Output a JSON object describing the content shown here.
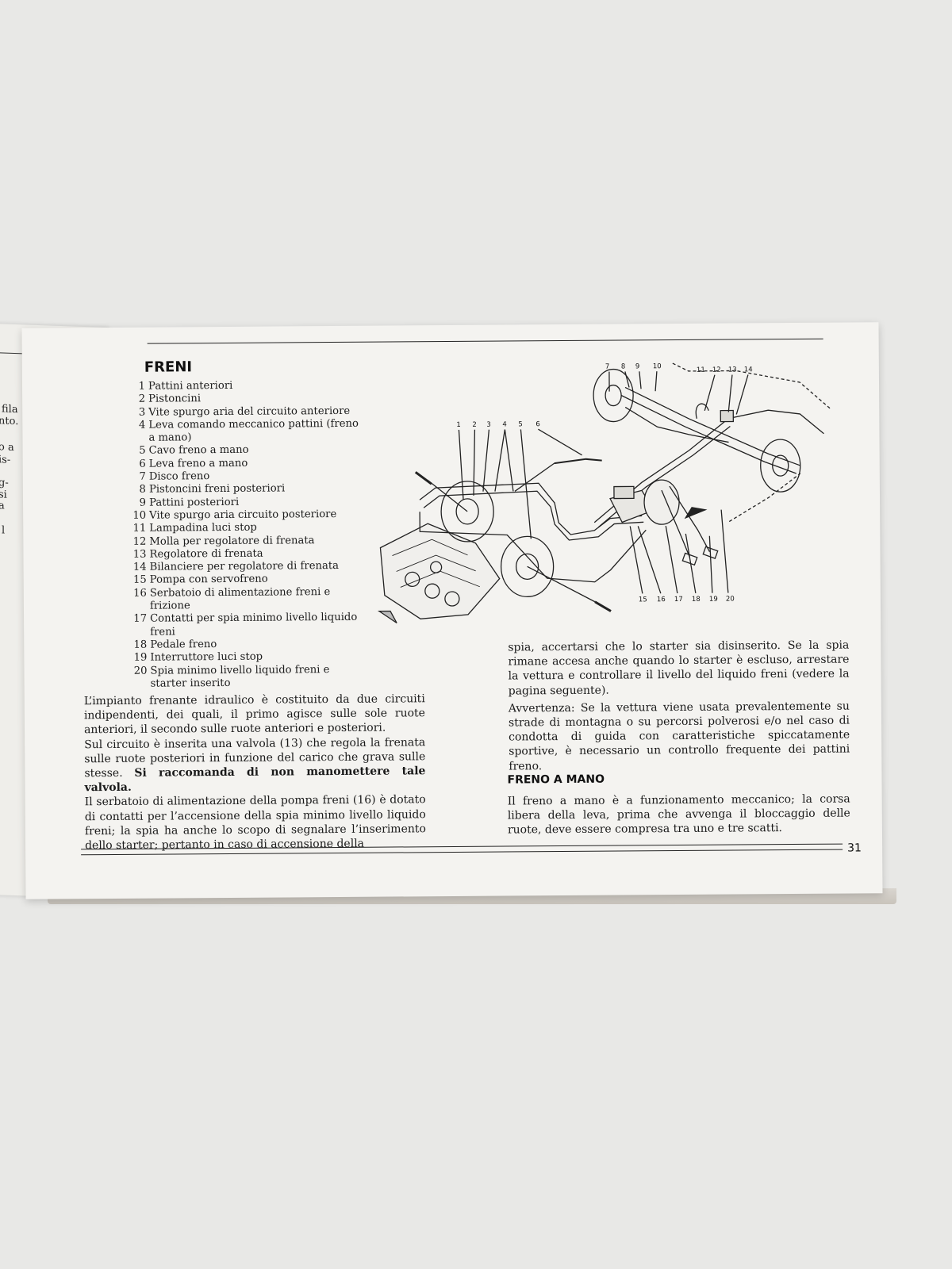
{
  "left_page_fragments": [
    "fila",
    "nto.",
    "o a",
    "is-",
    "g-",
    "si",
    "a",
    "l"
  ],
  "title": "FRENI",
  "legend": [
    {
      "num": "1",
      "text": "Pattini anteriori"
    },
    {
      "num": "2",
      "text": "Pistoncini"
    },
    {
      "num": "3",
      "text": "Vite spurgo aria del circuito anteriore"
    },
    {
      "num": "4",
      "text": "Leva comando meccanico pattini (freno a mano)"
    },
    {
      "num": "5",
      "text": "Cavo freno a mano"
    },
    {
      "num": "6",
      "text": "Leva freno a mano"
    },
    {
      "num": "7",
      "text": "Disco freno"
    },
    {
      "num": "8",
      "text": "Pistoncini freni posteriori"
    },
    {
      "num": "9",
      "text": "Pattini posteriori"
    },
    {
      "num": "10",
      "text": "Vite spurgo aria circuito posteriore"
    },
    {
      "num": "11",
      "text": "Lampadina luci stop"
    },
    {
      "num": "12",
      "text": "Molla per regolatore di frenata"
    },
    {
      "num": "13",
      "text": "Regolatore di frenata"
    },
    {
      "num": "14",
      "text": "Bilanciere per regolatore di frenata"
    },
    {
      "num": "15",
      "text": "Pompa con servofreno"
    },
    {
      "num": "16",
      "text": "Serbatoio di alimentazione freni e frizione"
    },
    {
      "num": "17",
      "text": "Contatti per spia minimo livello liquido freni"
    },
    {
      "num": "18",
      "text": "Pedale freno"
    },
    {
      "num": "19",
      "text": "Interruttore luci stop"
    },
    {
      "num": "20",
      "text": "Spia minimo livello liquido freni e starter inserito"
    }
  ],
  "diagram_callouts": [
    "1",
    "2",
    "3",
    "4",
    "5",
    "6",
    "7",
    "8",
    "9",
    "10",
    "11",
    "12",
    "13",
    "14",
    "15",
    "16",
    "17",
    "18",
    "19",
    "20"
  ],
  "left_para_1": "L’impianto frenante idraulico è costituito da due circuiti indipendenti, dei quali, il primo agisce sulle sole ruote anteriori, il secondo sulle ruote anteriori e posteriori.",
  "left_para_2a": "Sul circuito è inserita una valvola (13) che regola la frenata sulle ruote posteriori in funzione del carico che grava sulle stesse.",
  "left_para_2b": "Si raccomanda di non manomettere tale valvola.",
  "left_para_3": "Il serbatoio di alimentazione della pompa freni (16) è dotato di contatti per l’accensione della spia minimo livello liquido freni; la spia ha anche lo scopo di segnalare l’inserimento dello starter; pertanto in caso di accensione della",
  "right_para_1": "spia, accertarsi che lo starter sia disinserito. Se la spia rimane accesa anche quando lo starter è escluso, arrestare la vettura e controllare il livello del liquido freni (vedere la pagina seguente).",
  "right_para_2": "Avvertenza: Se la vettura viene usata prevalentemente su strade di montagna o su percorsi polverosi e/o nel caso di condotta di guida con caratteristiche spiccatamente sportive, è necessario un controllo frequente dei pattini freno.",
  "subhead": "FRENO A MANO",
  "handbrake_para": "Il freno a mano è a funzionamento meccanico; la corsa libera della leva, prima che avvenga il bloccaggio delle ruote, deve essere compresa tra uno e tre scatti.",
  "page_number": "31"
}
